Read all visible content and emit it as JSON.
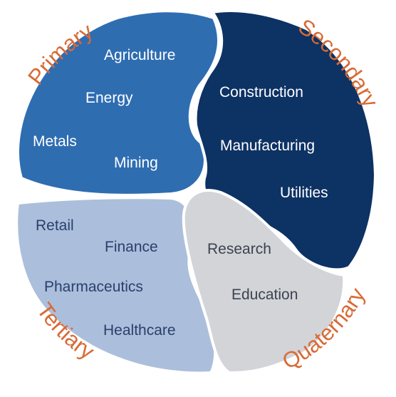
{
  "colors": {
    "primary": "#2f6db1",
    "secondary": "#0d3264",
    "tertiary": "#abbfdc",
    "quaternary": "#d2d4d8",
    "title": "#d86a35",
    "light_text": "#ffffff",
    "dark_text": "#2a3f6d",
    "quaternary_text": "#3c4250"
  },
  "sectors": {
    "primary": {
      "title": "Primary",
      "items": [
        "Agriculture",
        "Energy",
        "Metals",
        "Mining"
      ]
    },
    "secondary": {
      "title": "Secondary",
      "items": [
        "Construction",
        "Manufacturing",
        "Utilities"
      ]
    },
    "tertiary": {
      "title": "Tertiary",
      "items": [
        "Retail",
        "Finance",
        "Pharmaceutics",
        "Healthcare"
      ]
    },
    "quaternary": {
      "title": "Quaternary",
      "items": [
        "Research",
        "Education"
      ]
    }
  }
}
